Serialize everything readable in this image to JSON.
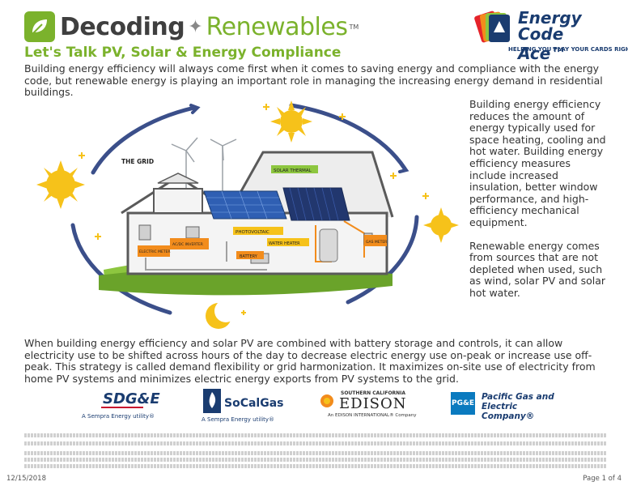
{
  "header": {
    "brand_part1": "Decoding",
    "brand_part2": "Renewables",
    "brand_tm": "TM",
    "subtitle": "Let's Talk PV, Solar & Energy Compliance"
  },
  "energy_code_ace": {
    "line1": "Energy",
    "line2": "Code Ace™",
    "tagline": "HELPING YOU PLAY YOUR CARDS RIGHT"
  },
  "intro": "Building energy efficiency will always come first when it comes to saving energy and compliance with the energy code, but renewable energy is playing an important role in managing the increasing energy demand in residential buildings.",
  "right_column": {
    "para1": "Building energy efficiency reduces the amount of energy typically used for space heating, cooling and hot water. Building energy efficiency measures include increased insulation, better window performance, and high-efficiency mechanical equipment.",
    "para2": "Renewable energy comes from sources that are not depleted when used, such as wind, solar PV and solar hot water."
  },
  "illustration": {
    "the_grid": "THE GRID",
    "solar_thermal": "SOLAR THERMAL",
    "photovoltaic": "PHOTOVOLTAIC",
    "inverter": "AC/DC INVERTER",
    "electric_meter": "ELECTRIC METER",
    "battery": "BATTERY",
    "water_heater": "WATER HEATER",
    "gas_meter": "GAS METER"
  },
  "body": "When building energy efficiency and solar PV are combined with battery storage and controls, it can allow electricity use to be shifted across hours of the day to decrease electric energy use on-peak or increase use off-peak. This strategy is called demand flexibility or grid harmonization. It maximizes on-site use of electricity from home PV systems and minimizes electric energy exports from PV systems to the grid.",
  "utilities": {
    "sdge": "SDG&E",
    "sdge_sub": "A Sempra Energy utility®",
    "socal": "SoCalGas",
    "socal_sub": "A Sempra Energy utility®",
    "edison_top": "SOUTHERN CALIFORNIA",
    "edison": "EDISON",
    "edison_sub": "An EDISON INTERNATIONAL® Company",
    "pge_mark": "PG&E",
    "pge_name": "Pacific Gas and Electric Company®"
  },
  "footer": {
    "date": "12/15/2018",
    "page": "Page 1 of 4"
  },
  "colors": {
    "brand_green": "#7bb22c",
    "navy": "#1a3c70",
    "sun_yellow": "#f6c21a"
  }
}
